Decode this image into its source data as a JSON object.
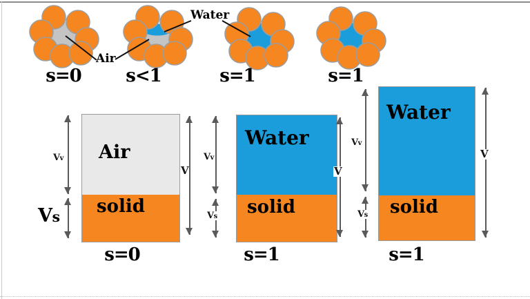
{
  "colors": {
    "orange": "#F6861F",
    "blue": "#1B9DDB",
    "air_gray": "#E9E9E9",
    "pore_gray": "#C4C4C4",
    "particle_stroke": "#9D9D9D",
    "arrow": "#5A5A5A",
    "frame": "#8C8C8C"
  },
  "top_row": {
    "air_label": "Air",
    "water_label": "Water",
    "clusters": [
      {
        "label": "s=0",
        "pore": "air"
      },
      {
        "label": "s<1",
        "pore": "air-and-water"
      },
      {
        "label": "s=1",
        "pore": "water"
      },
      {
        "label": "s=1",
        "pore": "water"
      }
    ]
  },
  "diagrams": [
    {
      "top_layer": "Air",
      "bottom_layer": "solid",
      "label": "s=0",
      "vv": {
        "main": "V",
        "sub": "v"
      },
      "vs": {
        "main": "V",
        "sub": "s"
      },
      "v": {
        "main": "V",
        "sub": ""
      }
    },
    {
      "top_layer": "Water",
      "bottom_layer": "solid",
      "label": "s=1",
      "vv": {
        "main": "V",
        "sub": "v"
      },
      "vs": {
        "main": "V",
        "sub": "s"
      },
      "v": {
        "main": "V",
        "sub": ""
      }
    },
    {
      "top_layer": "Water",
      "bottom_layer": "solid",
      "label": "s=1",
      "vv": {
        "main": "V",
        "sub": "v"
      },
      "vs": {
        "main": "V",
        "sub": "s"
      },
      "v": {
        "main": "V",
        "sub": ""
      }
    }
  ]
}
